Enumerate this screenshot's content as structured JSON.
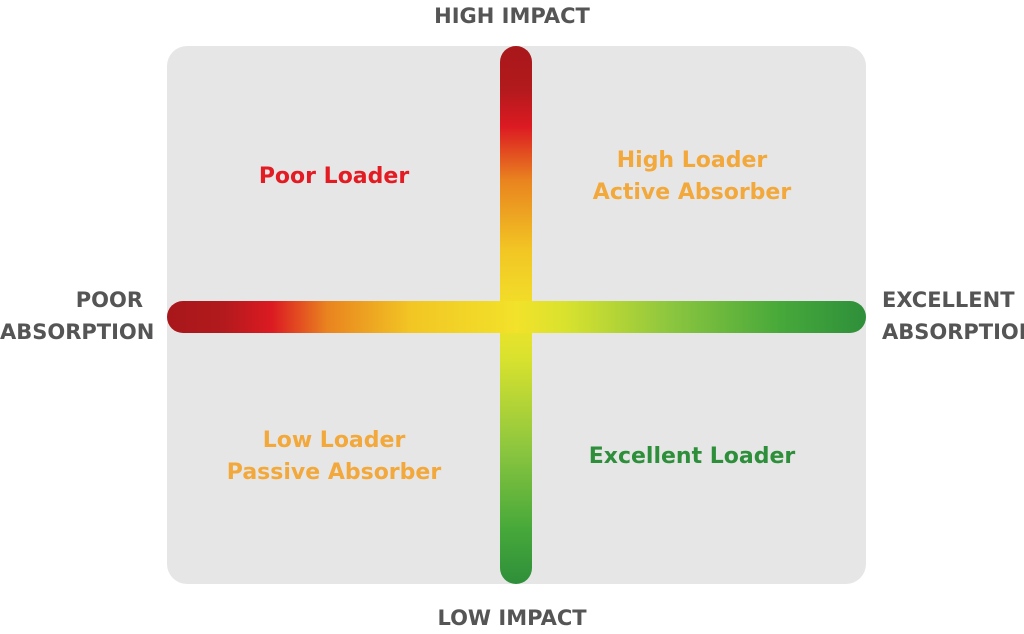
{
  "axes": {
    "top": "HIGH IMPACT",
    "bottom": "LOW IMPACT",
    "left": [
      "POOR",
      "ABSORPTION"
    ],
    "right": [
      "EXCELLENT",
      "ABSORPTION"
    ]
  },
  "quadrants": {
    "top_left": {
      "lines": [
        "Poor Loader"
      ],
      "color": "#e31b23"
    },
    "top_right": {
      "lines": [
        "High Loader",
        "Active Absorber"
      ],
      "color": "#f2a83a"
    },
    "bottom_left": {
      "lines": [
        "Low Loader",
        "Passive Absorber"
      ],
      "color": "#f2a83a"
    },
    "bottom_right": {
      "lines": [
        "Excellent Loader"
      ],
      "color": "#2e8f3a"
    }
  }
}
